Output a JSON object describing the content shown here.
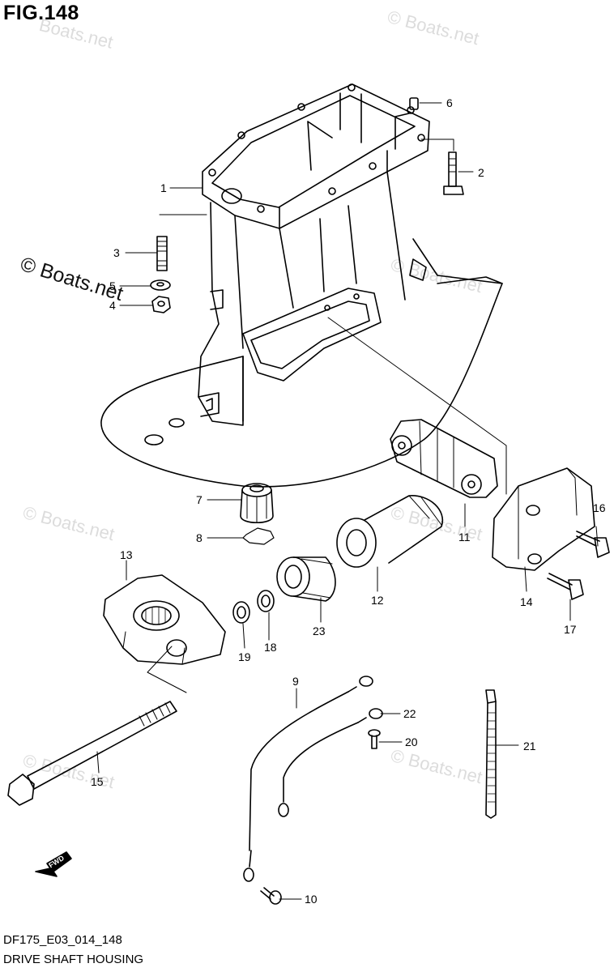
{
  "figure": {
    "title": "FIG.148",
    "model_code": "DF175_E03_014_148",
    "section_name": "DRIVE SHAFT HOUSING"
  },
  "watermarks": {
    "text": "© Boats.net",
    "top_left_fragment": "Boats.net"
  },
  "direction_indicator": "FWD",
  "callouts": {
    "c1": "1",
    "c2": "2",
    "c3": "3",
    "c4": "4",
    "c5": "5",
    "c6": "6",
    "c7": "7",
    "c8": "8",
    "c9": "9",
    "c10": "10",
    "c11": "11",
    "c12": "12",
    "c13": "13",
    "c14": "14",
    "c15": "15",
    "c16": "16",
    "c17": "17",
    "c18": "18",
    "c19": "19",
    "c20": "20",
    "c21": "21",
    "c22": "22",
    "c23": "23"
  },
  "colors": {
    "line": "#000000",
    "watermark": "#dcdcdc",
    "background": "#ffffff"
  }
}
